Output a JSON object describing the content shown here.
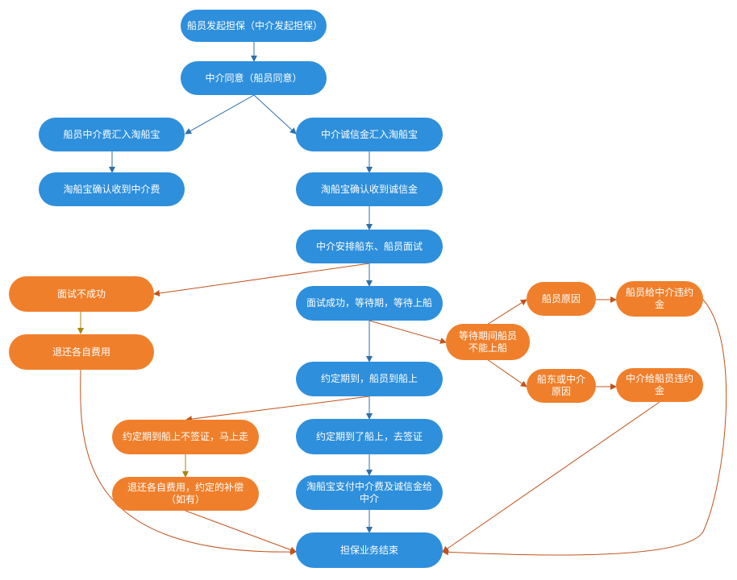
{
  "colors": {
    "blue_node": "#2e8fdc",
    "orange_node": "#f07f2b",
    "blue_edge": "#2f6fa8",
    "orange_edge": "#c0531c",
    "olive_edge": "#a8860f"
  },
  "nodes": {
    "n1": "船员发起担保（中介发起担保）",
    "n2": "中介同意（船员同意）",
    "n3": "船员中介费汇入淘船宝",
    "n4": "中介诚信金汇入淘船宝",
    "n5": "淘船宝确认收到中介费",
    "n6": "淘船宝确认收到诚信金",
    "n7": "中介安排船东、船员面试",
    "n8": "面试不成功",
    "n9": "面试成功，等待期，等待上船",
    "n10": "退还各自费用",
    "n11": "等待期间船员\n不能上船",
    "n12": "船员原因",
    "n13": "船员给中介违约\n金",
    "n14": "约定期到，船员到船上",
    "n15": "船东或中介\n原因",
    "n16": "中介给船员违约\n金",
    "n17": "约定期到船上不签证，马上走",
    "n18": "约定期到了船上，去签证",
    "n19": "退还各自费用，约定的补偿\n（如有）",
    "n20": "淘船宝支付中介费及诚信金给\n中介",
    "n21": "担保业务结束"
  }
}
